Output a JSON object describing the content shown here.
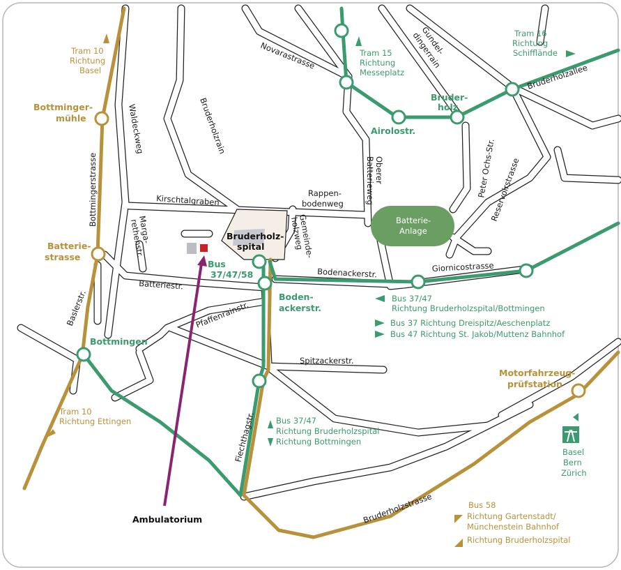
{
  "colors": {
    "tram": "#b8913a",
    "bus": "#3b9a6e",
    "hospital": "#f5eee6",
    "park": "#6b9e63",
    "pointer": "#8a2470",
    "marker": "#cc1f26"
  },
  "landmarks": {
    "hospital": "Bruderholz-\nspital",
    "ambulatorium": "Ambulatorium",
    "battery_line1": "Batterie-",
    "battery_line2": "Anlage"
  },
  "streets": {
    "novarastrasse": "Novarastrasse",
    "gundeldingerrain_1": "Gundel-",
    "gundeldingerrain_2": "dingerrain",
    "bruderholzallee": "Bruderholzallee",
    "waldeckweg": "Waldeckweg",
    "bruderholzrain": "Bruderholzrain",
    "bottmingerstrasse": "Bottmingerstrasse",
    "oberer_1": "Oberer",
    "oberer_2": "Batterieweg",
    "peter_ochs": "Peter Ochs-Str.",
    "reservoirstrasse": "Reservoirstrasse",
    "kirschtalgraben": "Kirschtalgraben",
    "rappen_1": "Rappen-",
    "rappen_2": "bodenweg",
    "marga_1": "Marga-",
    "marga_2": "rethenstr.",
    "gemeinde_1": "Gemeinde-",
    "gemeinde_2": "holzweg",
    "bodenackerstr": "Bodenackerstr.",
    "giornicostrasse": "Giornicostrasse",
    "batteriestr": "Batteriestr.",
    "baslerstr": "Baslerstr.",
    "pfaffenrainstr": "Pfaffenrainstr.",
    "spitzackerstr": "Spitzackerstr.",
    "fiechthagstr": "Fiechthagstr.",
    "bruderholzstrasse": "Bruderholzstrasse"
  },
  "stops": {
    "bottmingermuehle_1": "Bottminger-",
    "bottmingermuehle_2": "mühle",
    "batteriestrasse_1": "Batterie-",
    "batteriestrasse_2": "strasse",
    "bottmingen": "Bottmingen",
    "airolostr": "Airolostr.",
    "bruderholz_1": "Bruder-",
    "bruderholz_2": "holz",
    "bus_label_1": "Bus",
    "bus_label_2": "37/47/58",
    "bodenackerstr_1": "Boden-",
    "bodenackerstr_2": "ackerstr.",
    "motor_1": "Motorfahrzeug-",
    "motor_2": "prüfstation"
  },
  "directions": {
    "tram10_basel": [
      "Tram 10",
      "Richtung",
      "Basel"
    ],
    "tram15": [
      "Tram 15",
      "Richtung",
      "Messeplatz"
    ],
    "tram16": [
      "Tram 16",
      "Richtung",
      "Schifflände"
    ],
    "tram10_ettingen": [
      "Tram 10",
      "Richtung Ettingen"
    ],
    "bus3747_a": [
      "Bus 37/47",
      "Richtung Bruderholzspital/Bottmingen"
    ],
    "bus37_b": "Bus 37 Richtung Dreispitz/Aeschenplatz",
    "bus47_b": "Bus 47 Richtung St. Jakob/Muttenz Bahnhof",
    "bus3747_c": [
      "Bus 37/47",
      "Richtung Bruderholzspital",
      "Richtung Bottmingen"
    ],
    "bus58": [
      "Bus 58",
      "Richtung Gartenstadt/",
      "Münchenstein Bahnhof",
      "Richtung Bruderholzspital"
    ],
    "highway": [
      "Basel",
      "Bern",
      "Zürich"
    ]
  }
}
